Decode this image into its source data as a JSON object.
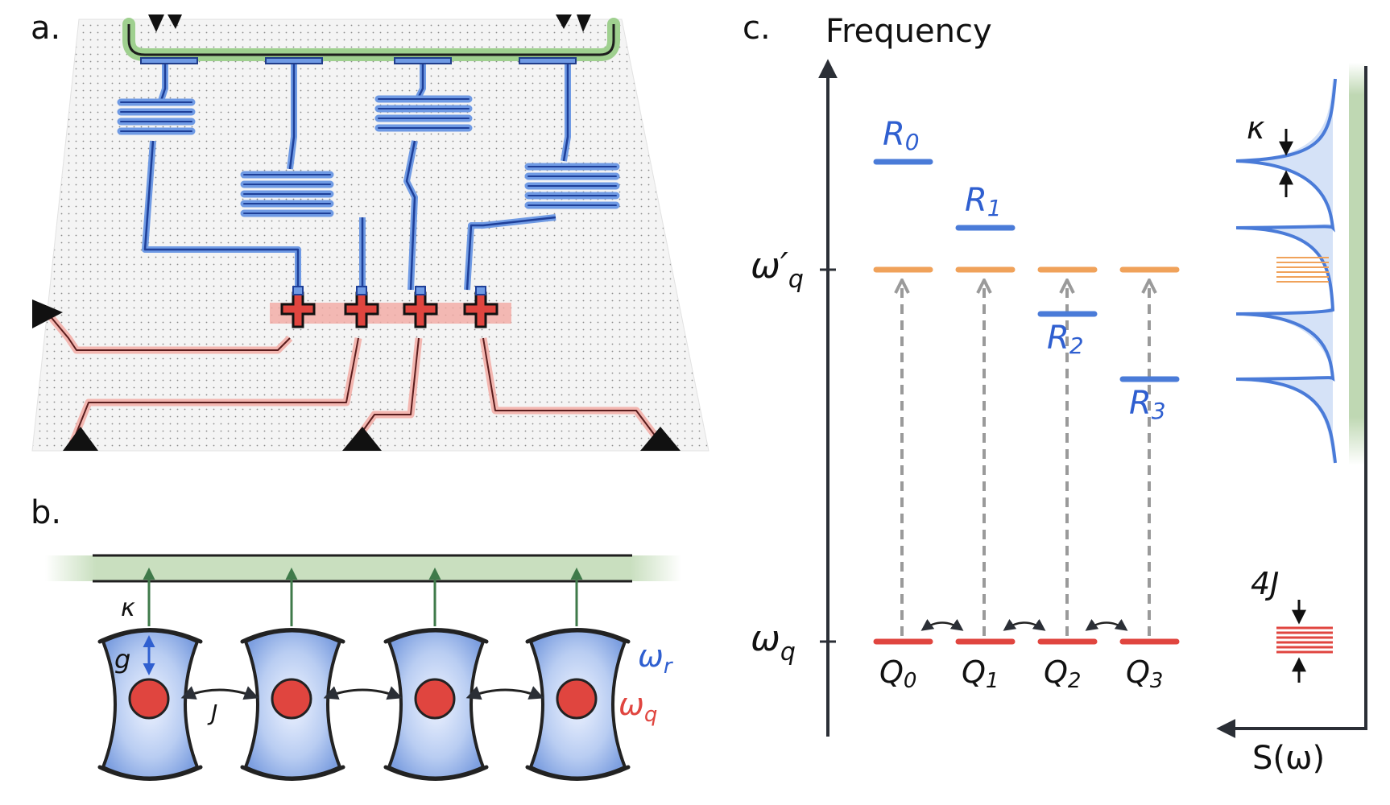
{
  "panel_labels": {
    "a": "a.",
    "b": "b.",
    "c": "c."
  },
  "panel_b": {
    "kappa": "κ",
    "g": "g",
    "J": "J",
    "omega_r": "ω",
    "omega_r_sub": "r",
    "omega_q": "ω",
    "omega_q_sub": "q"
  },
  "panel_c": {
    "axis_title": "Frequency",
    "tick_upper": "ω′",
    "tick_upper_sub": "q",
    "tick_lower": "ω",
    "tick_lower_sub": "q",
    "resonators": [
      {
        "letter": "R",
        "sub": "0"
      },
      {
        "letter": "R",
        "sub": "1"
      },
      {
        "letter": "R",
        "sub": "2"
      },
      {
        "letter": "R",
        "sub": "3"
      }
    ],
    "qubits": [
      {
        "letter": "Q",
        "sub": "0"
      },
      {
        "letter": "Q",
        "sub": "1"
      },
      {
        "letter": "Q",
        "sub": "2"
      },
      {
        "letter": "Q",
        "sub": "3"
      }
    ],
    "kappa": "κ",
    "four_j": "4J",
    "spectrum_label": "S(ω)"
  },
  "colors": {
    "qubit_red": "#e0453f",
    "resonator_blue": "#4a7bd8",
    "excited_orange": "#f0a25a",
    "feedline_green": "#b9d6ac",
    "arrow_gray": "#9a9a9a",
    "axis_dark": "#2b2f36"
  }
}
